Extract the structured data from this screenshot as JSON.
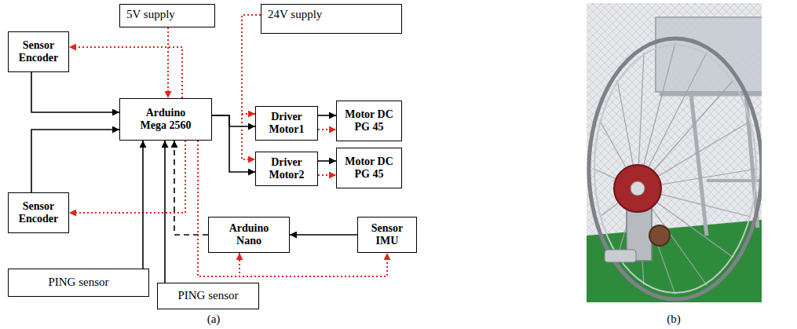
{
  "diagram": {
    "nodes": [
      {
        "text": [
          "Sensor Encoder"
        ]
      },
      {
        "text": [
          "5V supply"
        ]
      },
      {
        "text": [
          "24V supply"
        ]
      },
      {
        "text": [
          "Arduino Mega 2560"
        ]
      },
      {
        "text": [
          "Driver Motor1"
        ]
      },
      {
        "text": [
          "Motor DC PG 45"
        ]
      },
      {
        "text": [
          "Driver Motor2"
        ]
      },
      {
        "text": [
          "Motor DC PG 45"
        ]
      },
      {
        "text": [
          "Sensor Encoder"
        ]
      },
      {
        "text": [
          "Arduino Nano"
        ]
      },
      {
        "text": [
          "Sensor IMU"
        ]
      },
      {
        "text": [
          "PING sensor"
        ]
      },
      {
        "text": [
          "PING sensor"
        ]
      }
    ],
    "edges": [
      {
        "from": 0,
        "to": 3,
        "arrow": "to"
      },
      {
        "from": 3,
        "to": 0,
        "arrow": "to"
      },
      {
        "from": 1,
        "to": 3,
        "arrow": "to"
      },
      {
        "from": 2,
        "to": 4,
        "arrow": "to"
      },
      {
        "from": 2,
        "to": 6,
        "arrow": "to"
      },
      {
        "from": 3,
        "to": 4,
        "arrow": "to"
      },
      {
        "from": 3,
        "to": 6,
        "arrow": "to"
      },
      {
        "from": 4,
        "to": 5,
        "arrow": "to"
      },
      {
        "from": 4,
        "to": 5,
        "arrow": "to"
      },
      {
        "from": 6,
        "to": 7,
        "arrow": "to"
      },
      {
        "from": 6,
        "to": 7,
        "arrow": "to"
      },
      {
        "from": 8,
        "to": 3,
        "arrow": "to"
      },
      {
        "from": 3,
        "to": 8,
        "arrow": "to"
      },
      {
        "from": 10,
        "to": 9,
        "arrow": "to"
      },
      {
        "from": 9,
        "to": 3,
        "arrow": "to"
      },
      {
        "from": 3,
        "to": 9,
        "arrow": "to"
      },
      {
        "from": 3,
        "to": 10,
        "arrow": "to"
      },
      {
        "from": 11,
        "to": 3,
        "arrow": "to"
      },
      {
        "from": 12,
        "to": 3,
        "arrow": "to"
      }
    ],
    "labels": [
      "(a)",
      "(b)"
    ]
  }
}
